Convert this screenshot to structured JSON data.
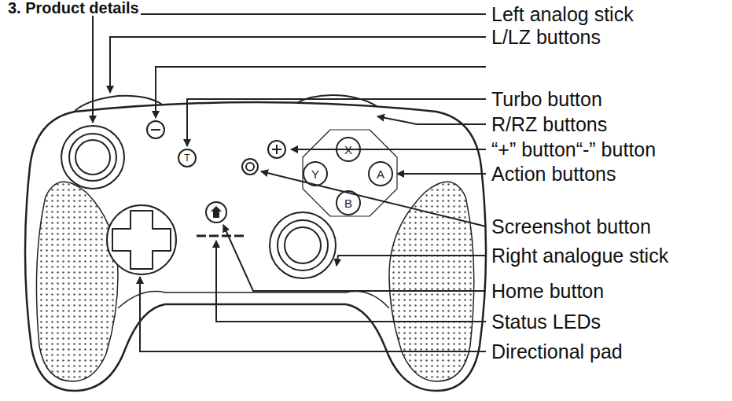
{
  "diagram": {
    "labels": [
      "3. Product details",
      "Left analog stick",
      "L/LZ buttons",
      "Turbo button",
      "R/RZ buttons",
      "“+” button“-” button",
      "Action buttons",
      "Screenshot button",
      "Right analogue stick",
      "Home button",
      "Status LEDs",
      "Directional pad",
      "X",
      "Y",
      "A",
      "B",
      "T"
    ]
  }
}
